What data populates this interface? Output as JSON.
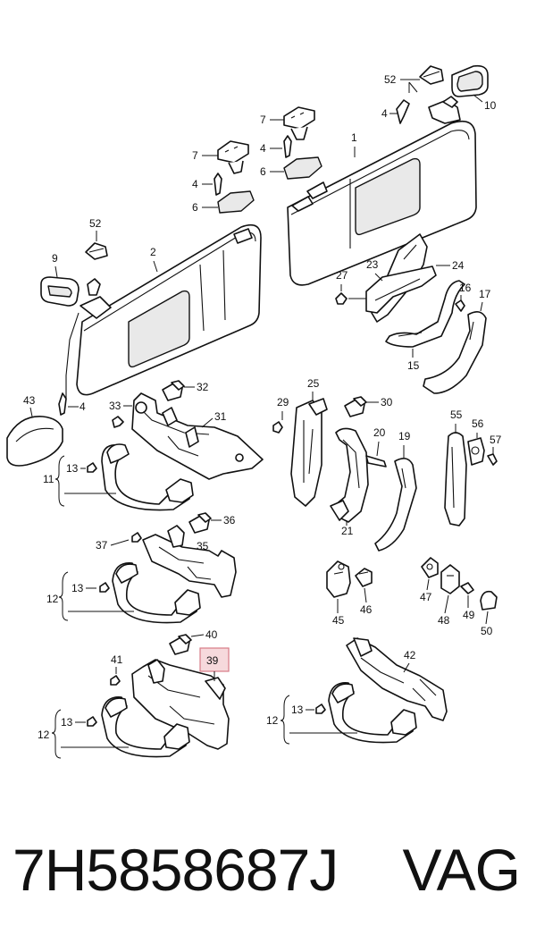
{
  "labels": {
    "n1": "1",
    "n2": "2",
    "n4a": "4",
    "n4b": "4",
    "n4c": "4",
    "n4d": "4",
    "n6a": "6",
    "n6b": "6",
    "n7a": "7",
    "n7b": "7",
    "n9": "9",
    "n10": "10",
    "n11": "11",
    "n12a": "12",
    "n12b": "12",
    "n12c": "12",
    "n13a": "13",
    "n13b": "13",
    "n13c": "13",
    "n13d": "13",
    "n15": "15",
    "n16": "16",
    "n17": "17",
    "n19": "19",
    "n20": "20",
    "n21": "21",
    "n23": "23",
    "n24": "24",
    "n25": "25",
    "n27": "27",
    "n29": "29",
    "n30": "30",
    "n31": "31",
    "n32": "32",
    "n33": "33",
    "n35": "35",
    "n36": "36",
    "n37": "37",
    "n39": "39",
    "n40": "40",
    "n41": "41",
    "n42": "42",
    "n43": "43",
    "n45": "45",
    "n46": "46",
    "n47": "47",
    "n48": "48",
    "n49": "49",
    "n50": "50",
    "n52a": "52",
    "n52b": "52",
    "n55": "55",
    "n56": "56",
    "n57": "57"
  },
  "highlighted_part": "39",
  "footer": {
    "part_number": "7H5858687J",
    "brand": "VAG"
  }
}
